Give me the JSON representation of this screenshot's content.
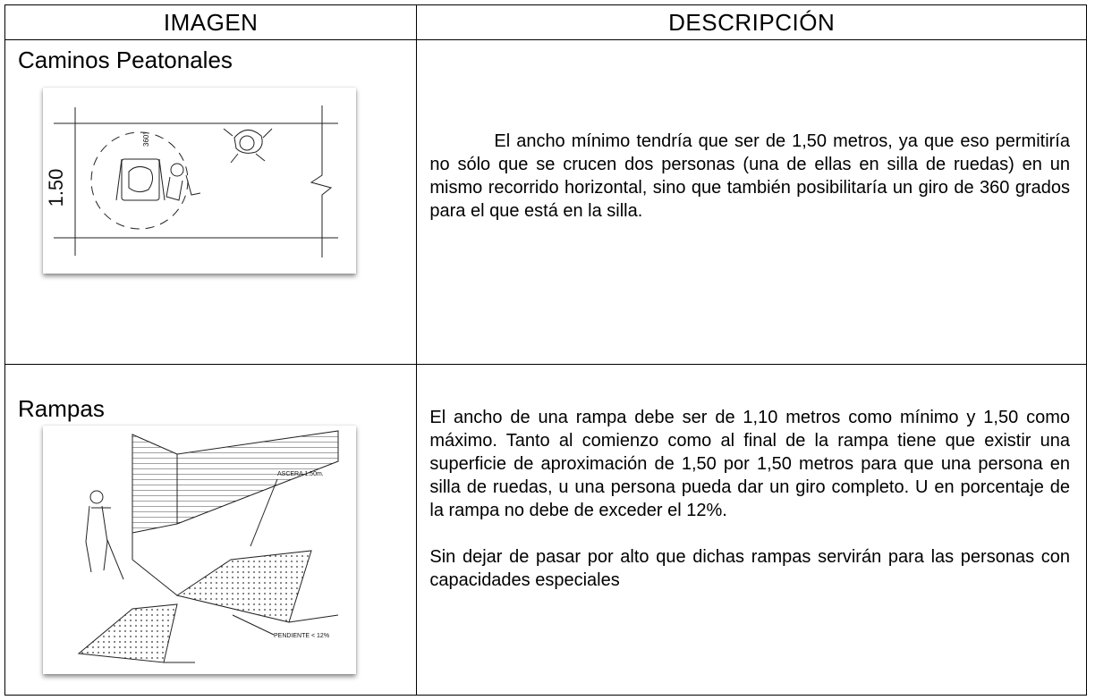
{
  "table": {
    "header_image": "IMAGEN",
    "header_description": "DESCRIPCIÓN"
  },
  "rows": [
    {
      "title": "Caminos Peatonales",
      "figure_labels": {
        "dimension": "1.50",
        "angle": "360°"
      },
      "description": "El ancho mínimo tendría que ser de 1,50 metros, ya que eso permitiría no sólo que se crucen dos personas (una de ellas en silla de ruedas) en un mismo recorrido horizontal, sino que también posibilitaría un giro de 360 grados para el que está en la silla."
    },
    {
      "title": "Rampas",
      "figure_labels": {
        "sidewalk": "ASCERA 1.50m.",
        "slope": "PENDIENTE < 12%"
      },
      "description_p1": "El ancho de una rampa debe ser de 1,10 metros como mínimo y 1,50 como máximo. Tanto al comienzo como al final de la rampa tiene que existir una superficie de aproximación de 1,50 por 1,50 metros para que una persona en silla de ruedas, u una persona pueda dar un giro completo. U en porcentaje de la rampa no debe de exceder el 12%.",
      "description_p2": "Sin dejar de pasar por alto que dichas rampas servirán para las personas con capacidades especiales"
    }
  ]
}
